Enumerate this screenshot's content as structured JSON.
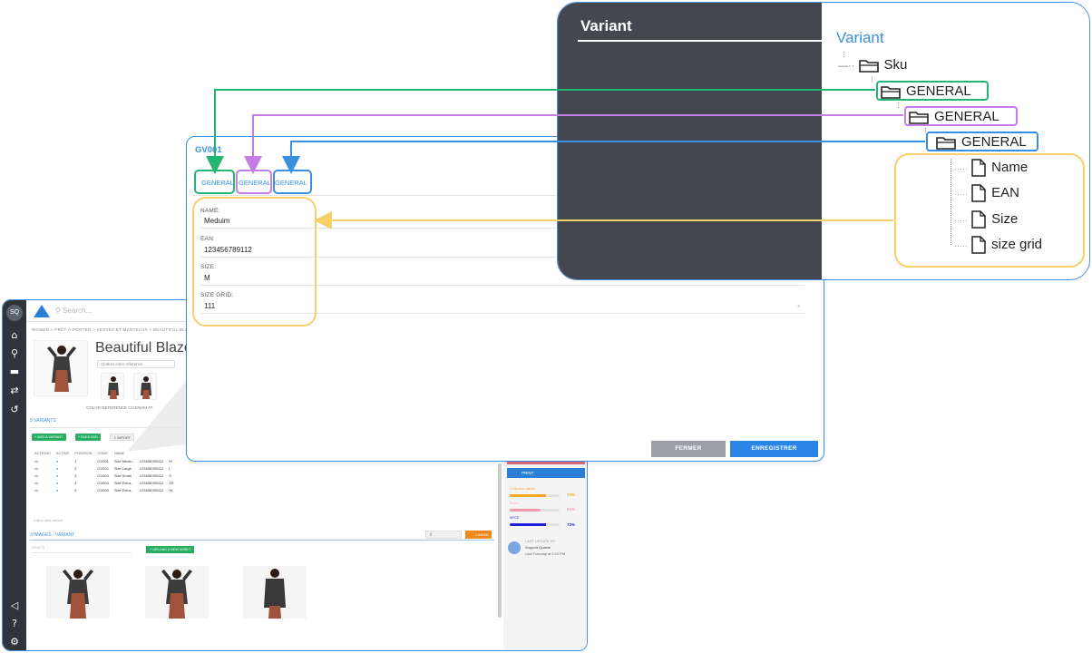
{
  "background_app": {
    "user_initials": "SQ",
    "search_placeholder": "Search...",
    "breadcrumb": "WOMEN  >  PRÊT-À-PORTER  >  VESTES ET MANTEAUX  >  BEAUTIFUL BLAZ",
    "product_title": "Beautiful Blazer",
    "color_select": "Clothes color reference",
    "tabs": "COLOR REFERENCE     CH.ENAM     AT",
    "variants_title": "5 VARIANTS",
    "buttons": {
      "add_variant": "ADD A VARIANT",
      "bulk_add": "BULK ADD",
      "import": "IMPORT",
      "print": "PRINT",
      "upload": "UPLOAD A NEW ASSET",
      "orange": "LINKED"
    },
    "table_headers": [
      "ACTIONS",
      "ACTIVE",
      "POSITION",
      "CODE",
      "NAME",
      "",
      ""
    ],
    "table_rows": [
      [
        "•••",
        "●",
        "1",
        "GV001",
        "Size Mediu..",
        "123456789112",
        "M"
      ],
      [
        "•••",
        "●",
        "2",
        "GV002",
        "Size Large",
        "123456789112",
        "L"
      ],
      [
        "•••",
        "●",
        "3",
        "GV003",
        "Size Small",
        "123456789112",
        "S"
      ],
      [
        "•••",
        "●",
        "4",
        "GV004",
        "Size Extra..",
        "123456789112",
        "XS"
      ],
      [
        "•••",
        "●",
        "5",
        "GV005",
        "Size Extra..",
        "123456789112",
        "XL"
      ]
    ],
    "add_row": "Add a new variant",
    "images_title": "3 IMAGES - VARIANT",
    "images_search": "Search",
    "completion": [
      {
        "label": "Collection ideale",
        "pct": "73%",
        "fill": 0.73,
        "color": "#f5a623"
      },
      {
        "label": "Ecom",
        "pct": "61%",
        "fill": 0.61,
        "color": "#f29bb0"
      },
      {
        "label": "SPCE",
        "pct": "73%",
        "fill": 0.73,
        "color": "#1d1fd6"
      }
    ],
    "last_update_label": "LAST UPDATE BY",
    "last_update_user": "Support Quable",
    "last_update_time": "Last Tuesday at 2:10 PM"
  },
  "modal": {
    "code": "GV001",
    "tabs": [
      "GENERAL",
      "GENERAL",
      "GENERAL"
    ],
    "fields": [
      {
        "label": "NAME:",
        "value": "Meduim"
      },
      {
        "label": "EAN:",
        "value": "123456789112"
      },
      {
        "label": "SIZE:",
        "value": "M"
      },
      {
        "label": "SIZE GRID:",
        "value": "111"
      }
    ],
    "close_button": "FERMER",
    "save_button": "ENREGISTRER"
  },
  "tree": {
    "dark_title": "Variant",
    "title": "Variant",
    "nodes": [
      "Sku",
      "GENERAL",
      "GENERAL",
      "GENERAL"
    ],
    "leaves": [
      "Name",
      "EAN",
      "Size",
      "size grid"
    ]
  },
  "colors": {
    "green": "#22b573",
    "purple": "#c77de8",
    "blue": "#3b8fe0",
    "yellow": "#f7cf6b",
    "dark": "#44474d"
  }
}
